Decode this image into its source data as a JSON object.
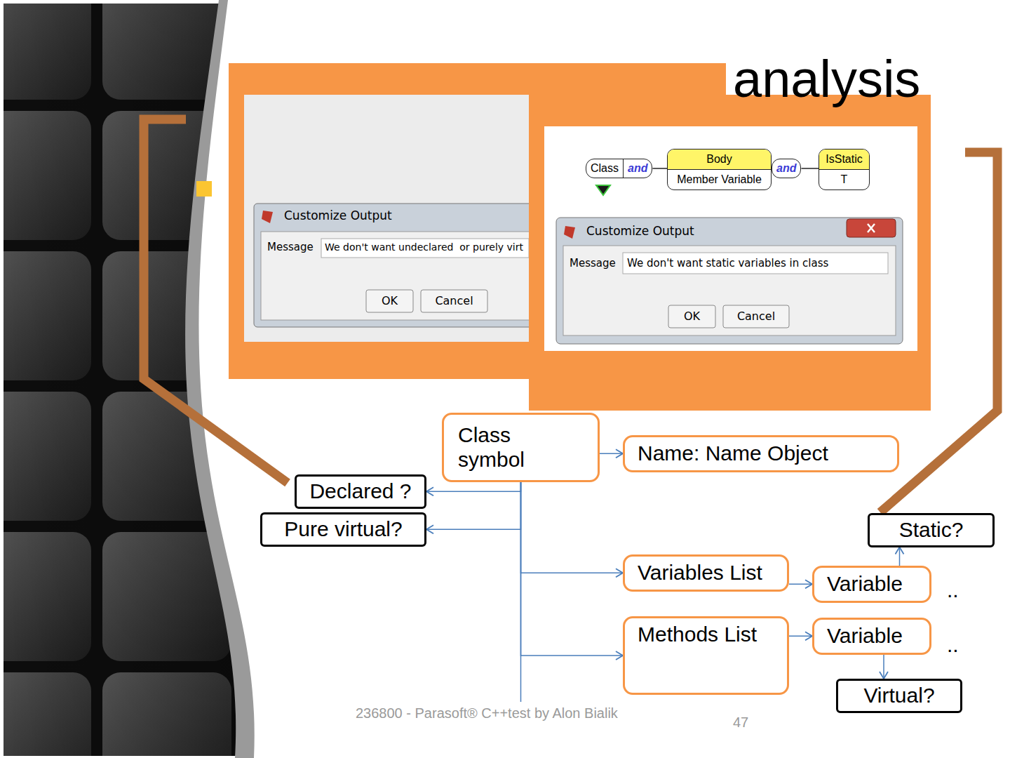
{
  "diagram": {
    "title": "analysis",
    "nodes": [
      {
        "text": [
          "Class symbol"
        ]
      },
      {
        "text": [
          "Name: Name Object"
        ]
      },
      {
        "text": [
          "Declared ?"
        ]
      },
      {
        "text": [
          "Pure virtual?"
        ]
      },
      {
        "text": [
          "Static?"
        ]
      },
      {
        "text": [
          "Variables List"
        ]
      },
      {
        "text": [
          "Variable"
        ]
      },
      {
        "text": [
          "Methods List"
        ]
      },
      {
        "text": [
          "Variable"
        ]
      },
      {
        "text": [
          "Virtual?"
        ]
      },
      {
        "text": [
          "Class",
          "and"
        ]
      },
      {
        "text": [
          "Body",
          "Member Variable"
        ]
      },
      {
        "text": [
          "and"
        ]
      },
      {
        "text": [
          "IsStatic",
          "T"
        ]
      }
    ],
    "edges": [
      {
        "from": 0,
        "to": 1,
        "arrow": "to"
      },
      {
        "from": 0,
        "to": 2,
        "arrow": "to"
      },
      {
        "from": 0,
        "to": 3,
        "arrow": "to"
      },
      {
        "from": 0,
        "to": 5,
        "arrow": "to"
      },
      {
        "from": 0,
        "to": 7,
        "arrow": "to"
      },
      {
        "from": 5,
        "to": 6,
        "arrow": "to"
      },
      {
        "from": 7,
        "to": 8,
        "arrow": "to"
      },
      {
        "from": 6,
        "to": 4,
        "arrow": "to"
      },
      {
        "from": 8,
        "to": 9,
        "arrow": "to"
      },
      {
        "from": 10,
        "to": 11,
        "arrow": "none"
      },
      {
        "from": 11,
        "to": 12,
        "arrow": "none"
      },
      {
        "from": 12,
        "to": 13,
        "arrow": "none"
      }
    ],
    "labels": [
      "Customize Output",
      "Message",
      "We don't want undeclared  or purely virt",
      "OK",
      "Cancel",
      "Customize Output",
      "Message",
      "We don't want static variables in class",
      "OK",
      "Cancel",
      "..",
      "..",
      "236800 - Parasoft® C++test by Alon Bialik",
      "47"
    ]
  }
}
